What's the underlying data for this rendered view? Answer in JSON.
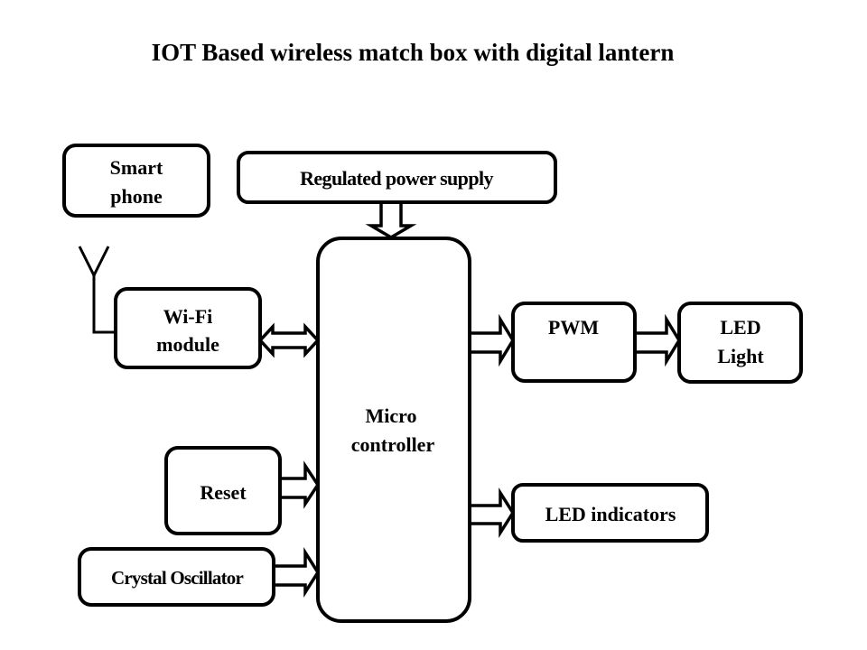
{
  "title": "IOT Based wireless match box with digital lantern",
  "colors": {
    "stroke": "#000000",
    "fill": "#ffffff",
    "text": "#000000"
  },
  "blocks": {
    "smartphone": {
      "lines": [
        "Smart",
        "phone"
      ]
    },
    "power": {
      "lines": [
        "Regulated power supply"
      ]
    },
    "wifi": {
      "lines": [
        "Wi-Fi",
        "module"
      ]
    },
    "mcu": {
      "lines": [
        "Micro",
        "controller"
      ]
    },
    "pwm": {
      "lines": [
        "PWM"
      ]
    },
    "led_light": {
      "lines": [
        "LED",
        "Light"
      ]
    },
    "reset": {
      "lines": [
        "Reset"
      ]
    },
    "crystal": {
      "lines": [
        "Crystal Oscillator"
      ]
    },
    "led_indicators": {
      "lines": [
        "LED indicators"
      ]
    }
  },
  "connections": [
    {
      "from": "power",
      "to": "mcu",
      "type": "unidirectional"
    },
    {
      "from": "wifi",
      "to": "mcu",
      "type": "bidirectional"
    },
    {
      "from": "reset",
      "to": "mcu",
      "type": "unidirectional"
    },
    {
      "from": "crystal",
      "to": "mcu",
      "type": "unidirectional"
    },
    {
      "from": "mcu",
      "to": "pwm",
      "type": "unidirectional"
    },
    {
      "from": "pwm",
      "to": "led_light",
      "type": "unidirectional"
    },
    {
      "from": "mcu",
      "to": "led_indicators",
      "type": "unidirectional"
    },
    {
      "from": "antenna",
      "to": "wifi",
      "type": "line"
    }
  ],
  "icons": {
    "antenna": "antenna-icon"
  }
}
